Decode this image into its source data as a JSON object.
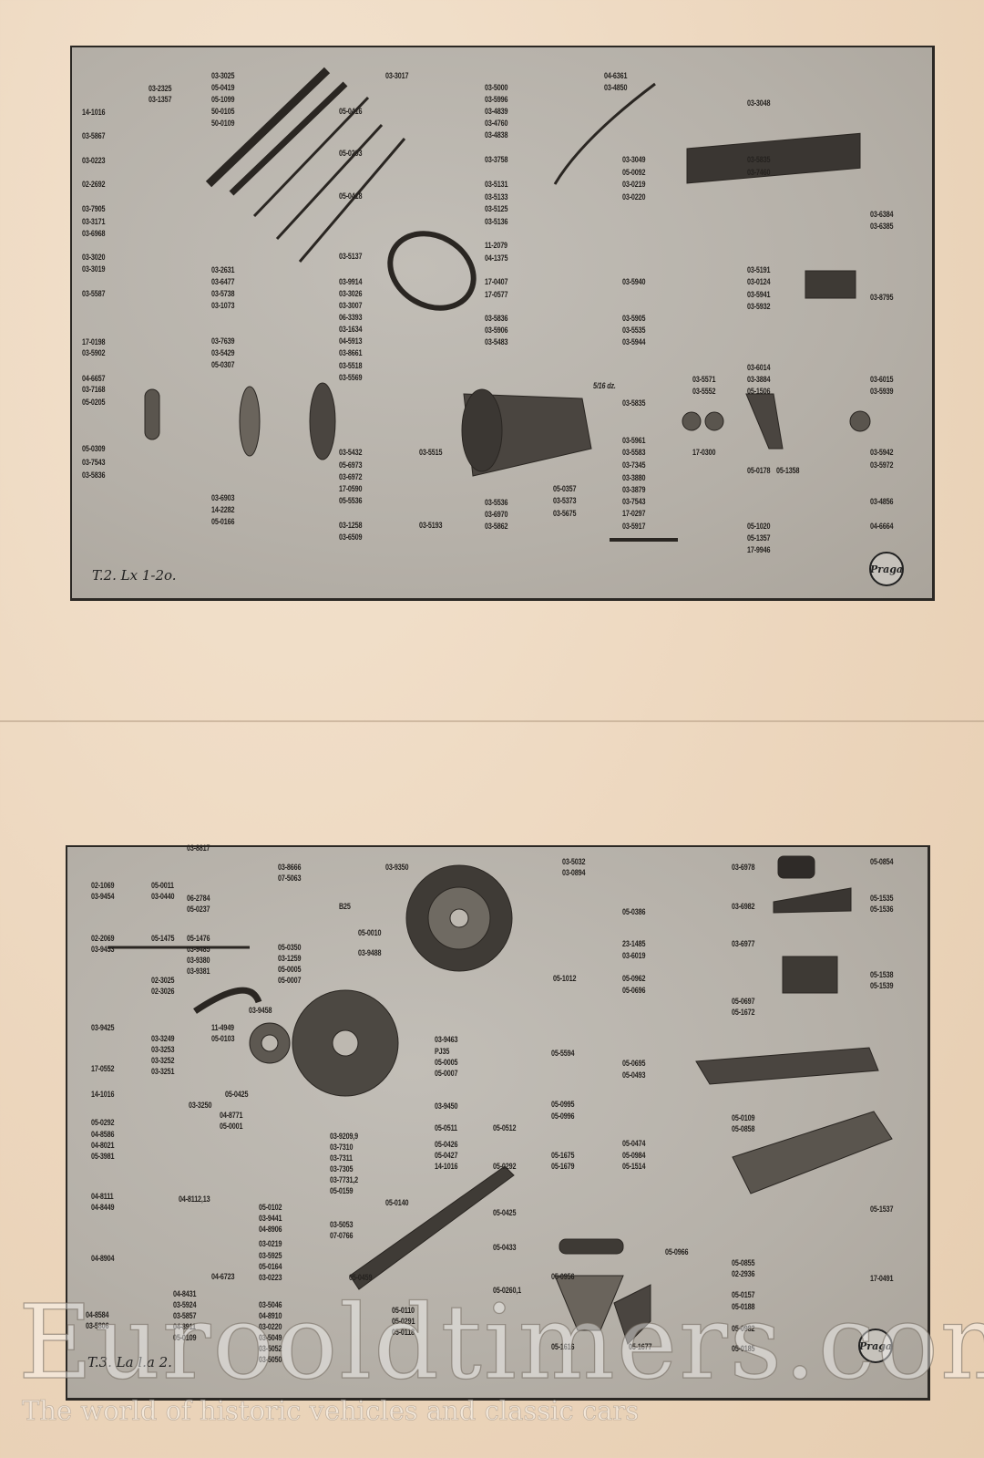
{
  "plate_top": {
    "caption": "T.2. Lx 1-2o.",
    "logo": "Praga",
    "note": "5/16 dz.",
    "labels": [
      "14-1016",
      "03-5867",
      "03-0223",
      "02-2692",
      "03-7905",
      "03-3171",
      "03-6968",
      "03-3020",
      "03-3019",
      "03-5587",
      "17-0198",
      "03-5902",
      "04-6657",
      "03-7168",
      "05-0205",
      "05-0309",
      "03-7543",
      "03-5836",
      "03-2325",
      "03-1357",
      "03-3025",
      "05-0419",
      "05-1099",
      "50-0105",
      "50-0109",
      "03-2631",
      "03-6477",
      "03-5738",
      "03-1073",
      "03-7639",
      "03-5429",
      "05-0307",
      "03-6903",
      "14-2282",
      "05-0166",
      "05-0416",
      "05-0293",
      "05-0418",
      "03-5137",
      "03-3017",
      "03-9914",
      "03-3026",
      "03-3007",
      "06-3393",
      "03-1634",
      "04-5913",
      "03-8661",
      "03-5518",
      "03-5569",
      "03-5432",
      "05-6973",
      "03-6972",
      "17-0590",
      "05-5536",
      "03-1258",
      "03-6509",
      "03-5515",
      "03-5193",
      "03-5000",
      "03-5996",
      "03-4839",
      "03-4760",
      "03-4838",
      "03-3758",
      "03-5131",
      "03-5133",
      "03-5125",
      "03-5136",
      "11-2079",
      "04-1375",
      "17-0407",
      "17-0577",
      "03-5836",
      "03-5906",
      "03-5483",
      "03-5536",
      "03-6970",
      "03-5862",
      "04-6361",
      "03-4850",
      "03-3049",
      "05-0092",
      "03-0219",
      "03-0220",
      "03-5940",
      "03-5905",
      "03-5535",
      "03-5944",
      "03-5835",
      "03-5961",
      "03-5583",
      "03-7345",
      "03-3880",
      "03-3879",
      "03-7543",
      "17-0297",
      "03-5917",
      "05-0357",
      "03-5373",
      "03-5675",
      "03-3048",
      "03-5835",
      "03-7460",
      "03-6384",
      "03-6385",
      "03-5191",
      "03-0124",
      "03-5941",
      "03-5932",
      "03-8795",
      "03-6014",
      "03-3884",
      "05-1506",
      "03-5571",
      "03-5552",
      "17-0300",
      "03-6015",
      "03-5939",
      "03-5942",
      "03-5972",
      "05-0178",
      "05-1358",
      "05-1020",
      "05-1357",
      "17-9946",
      "03-4856",
      "04-6664"
    ]
  },
  "plate_bottom": {
    "caption": "T.3. La l.a 2.",
    "logo": "Praga",
    "labels": [
      "03-8817",
      "02-1069",
      "03-9454",
      "05-0011",
      "03-0440",
      "06-2784",
      "05-0237",
      "03-8666",
      "07-5063",
      "B25",
      "03-9350",
      "03-5032",
      "03-0894",
      "05-0854",
      "03-6978",
      "02-2069",
      "03-9453",
      "05-1475",
      "05-1476",
      "03-9485",
      "03-9380",
      "03-9381",
      "05-0350",
      "03-1259",
      "05-0005",
      "05-0007",
      "05-0010",
      "03-9488",
      "02-3025",
      "02-3026",
      "03-9458",
      "03-9425",
      "11-4949",
      "05-0103",
      "03-3249",
      "03-3253",
      "03-3252",
      "03-3251",
      "17-0552",
      "14-1016",
      "03-3250",
      "05-0425",
      "03-9463",
      "PJ35",
      "05-0005",
      "05-0007",
      "03-9450",
      "05-0386",
      "23-1485",
      "03-6019",
      "05-0962",
      "05-0696",
      "05-1012",
      "05-5594",
      "05-0695",
      "05-0493",
      "05-0995",
      "05-0996",
      "03-6982",
      "03-6977",
      "05-1535",
      "05-1536",
      "05-1538",
      "05-1539",
      "05-0697",
      "05-1672",
      "05-0109",
      "05-0858",
      "05-0474",
      "05-0984",
      "05-1514",
      "05-1675",
      "05-1679",
      "04-8771",
      "05-0001",
      "05-0292",
      "04-8586",
      "04-8021",
      "05-3981",
      "03-9209,9",
      "03-7310",
      "03-7311",
      "03-7305",
      "03-7731,2",
      "05-0159",
      "05-0511",
      "05-0512",
      "05-0426",
      "05-0427",
      "14-1016",
      "05-0292",
      "04-8111",
      "04-8449",
      "04-8112,13",
      "05-0102",
      "03-9441",
      "04-8906",
      "03-0219",
      "03-5925",
      "05-0164",
      "03-0223",
      "05-0140",
      "05-0425",
      "03-5053",
      "07-0766",
      "05-0433",
      "05-1537",
      "05-0966",
      "05-0855",
      "02-2936",
      "17-0491",
      "04-8904",
      "04-6723",
      "04-8431",
      "03-5924",
      "03-5857",
      "04-8911",
      "05-0109",
      "05-0459",
      "05-0260,1",
      "05-0956",
      "05-0157",
      "05-0188",
      "04-8584",
      "03-5806",
      "03-5046",
      "04-8910",
      "03-0220",
      "03-5049",
      "03-5052",
      "03-5050",
      "05-0110",
      "05-0291",
      "05-0118",
      "05-0982",
      "05-1616",
      "05-1677",
      "05-0185"
    ]
  },
  "watermark": {
    "site": "Eurooldtimers.com",
    "tagline": "The world of historic vehicles and classic cars"
  }
}
